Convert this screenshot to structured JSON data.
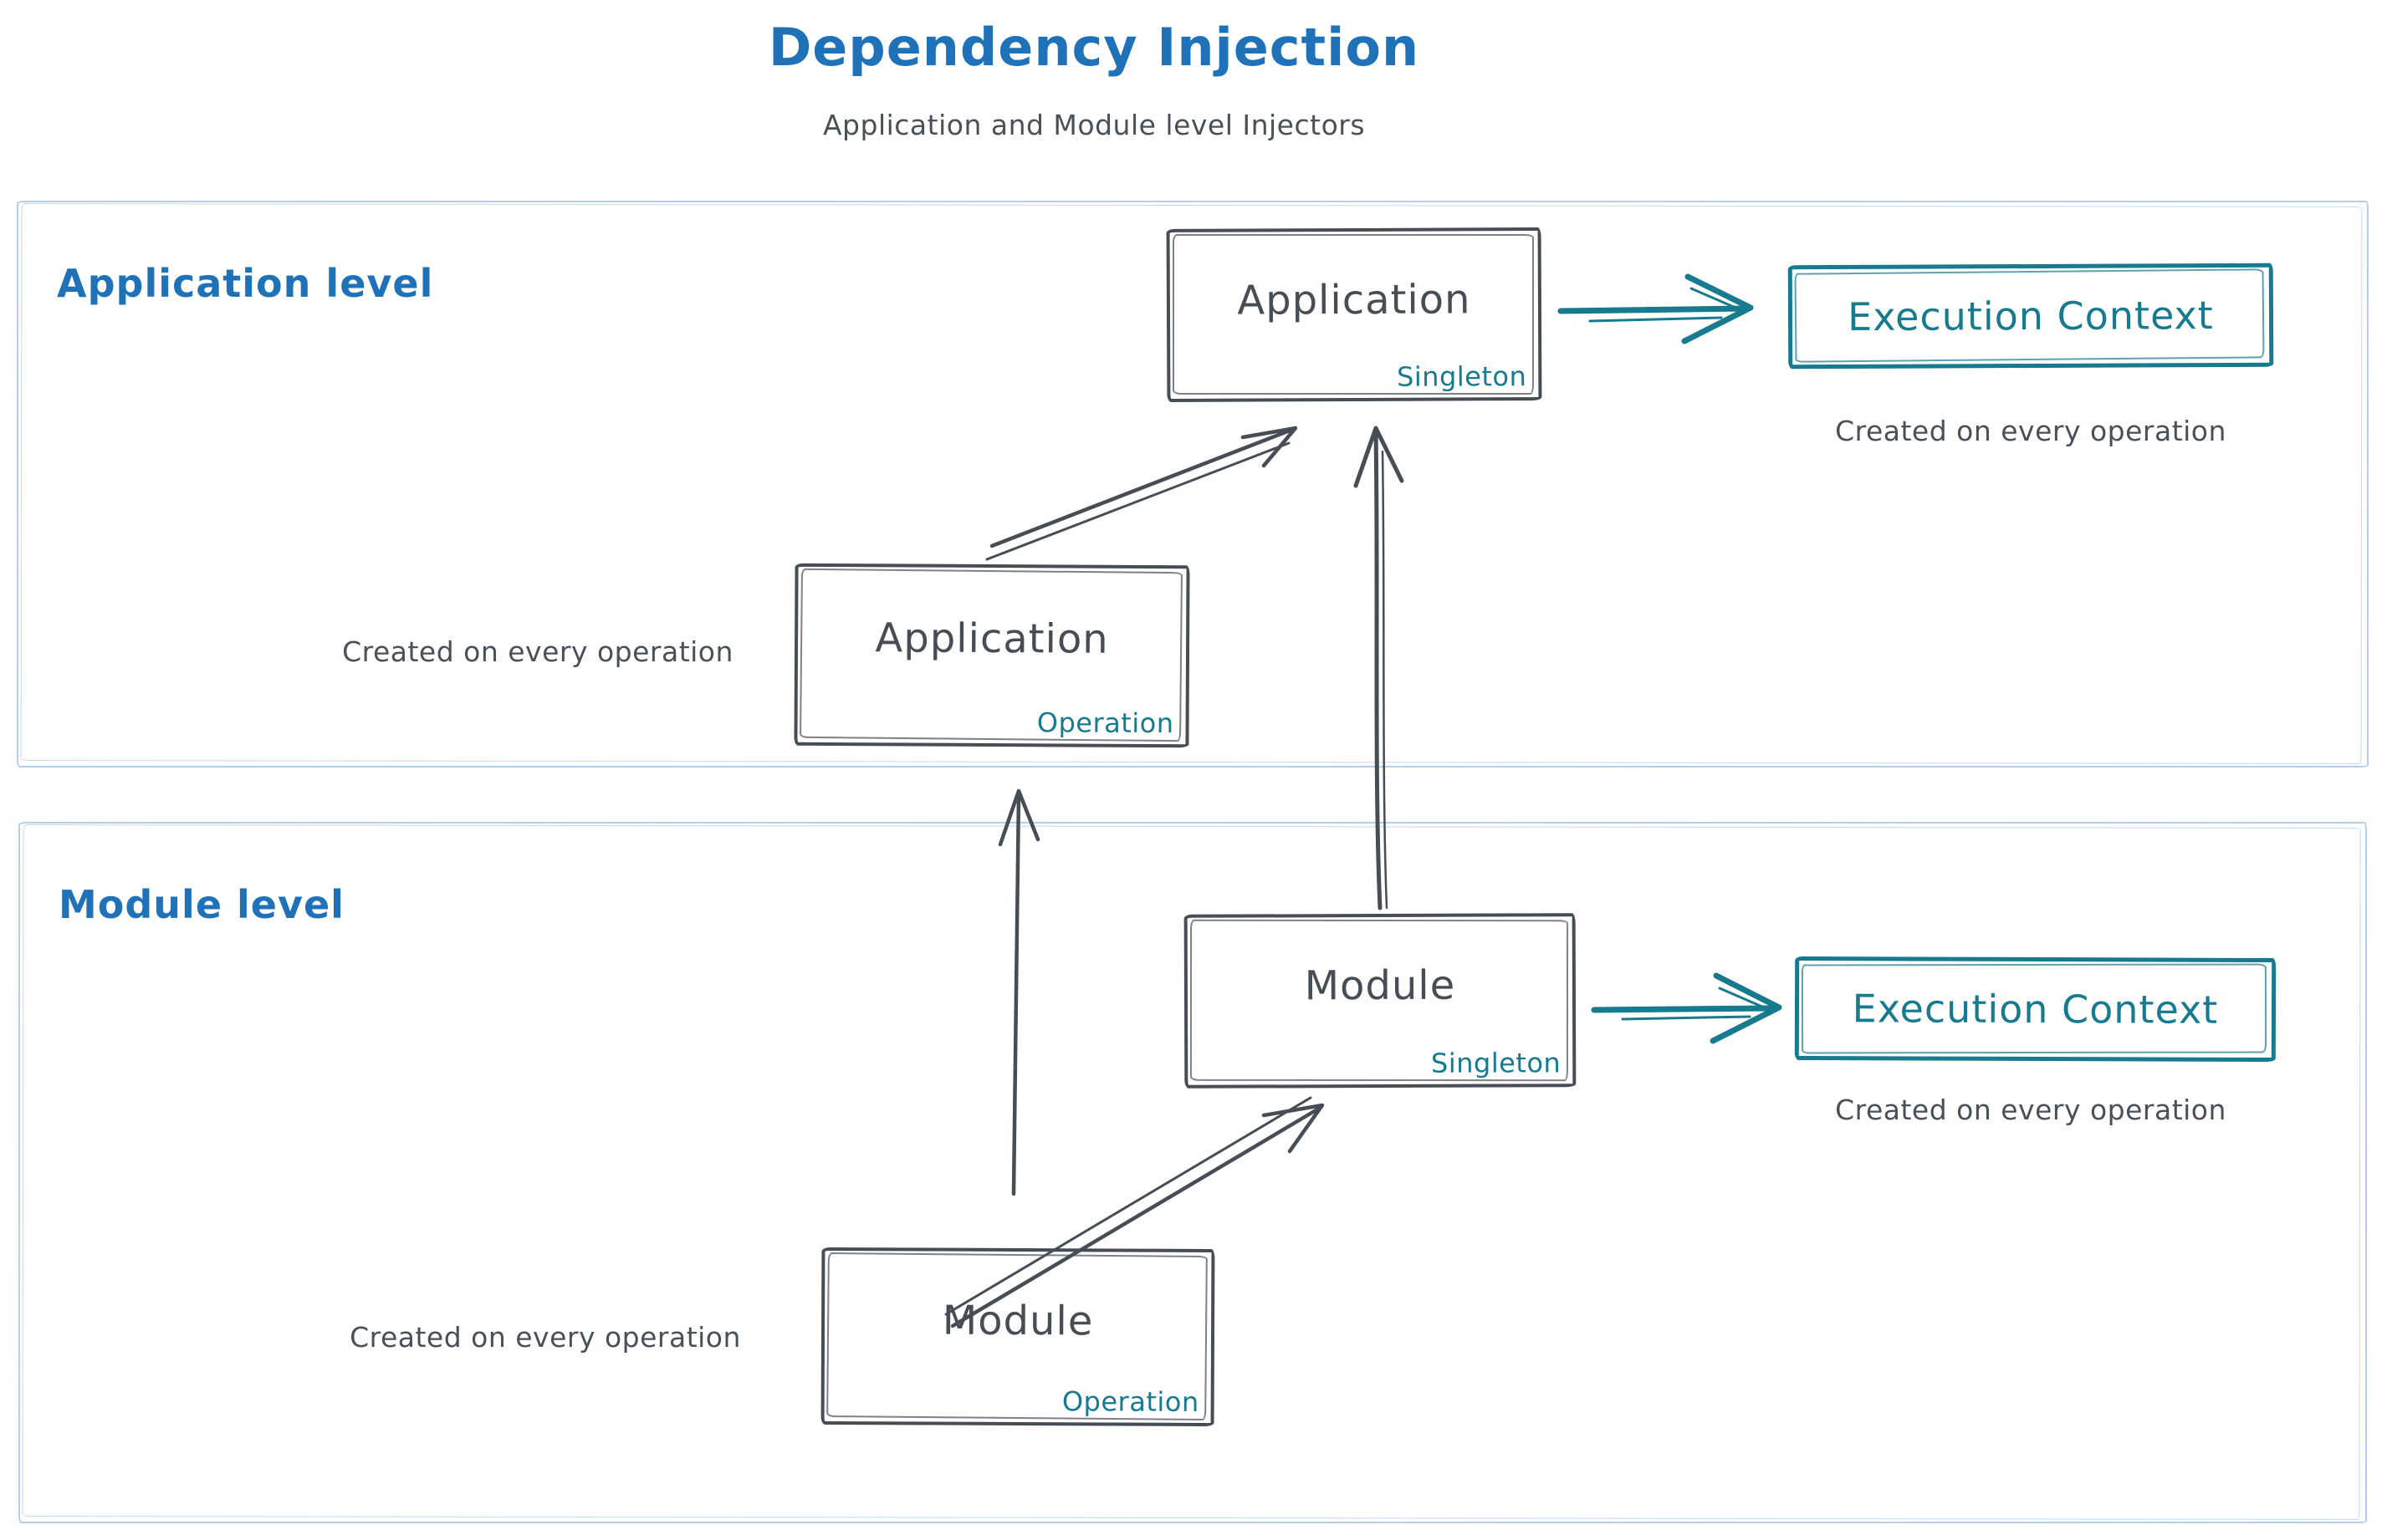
{
  "title": "Dependency Injection",
  "subtitle": "Application and Module level Injectors",
  "colors": {
    "title_blue": "#1f72b8",
    "box_dark": "#474d55",
    "teal": "#177a8e",
    "section_border": "#b7cee9",
    "caption_gray": "#4a5058"
  },
  "sections": {
    "application": {
      "label": "Application level"
    },
    "module": {
      "label": "Module level"
    }
  },
  "nodes": {
    "app_singleton": {
      "name": "Application",
      "scope": "Singleton"
    },
    "app_operation": {
      "name": "Application",
      "scope": "Operation"
    },
    "module_singleton": {
      "name": "Module",
      "scope": "Singleton"
    },
    "module_operation": {
      "name": "Module",
      "scope": "Operation"
    },
    "execution_context_app": {
      "label": "Execution Context",
      "caption": "Created on every operation"
    },
    "execution_context_module": {
      "label": "Execution Context",
      "caption": "Created on every operation"
    }
  },
  "captions": {
    "app_operation": "Created on every operation",
    "module_operation": "Created on every operation"
  },
  "edges": [
    {
      "from": "application-operation",
      "to": "application-singleton"
    },
    {
      "from": "module-singleton",
      "to": "application-singleton"
    },
    {
      "from": "module-operation",
      "to": "application-operation"
    },
    {
      "from": "module-operation",
      "to": "module-singleton"
    },
    {
      "from": "application-singleton",
      "to": "execution-context-application"
    },
    {
      "from": "module-singleton",
      "to": "execution-context-module"
    }
  ]
}
